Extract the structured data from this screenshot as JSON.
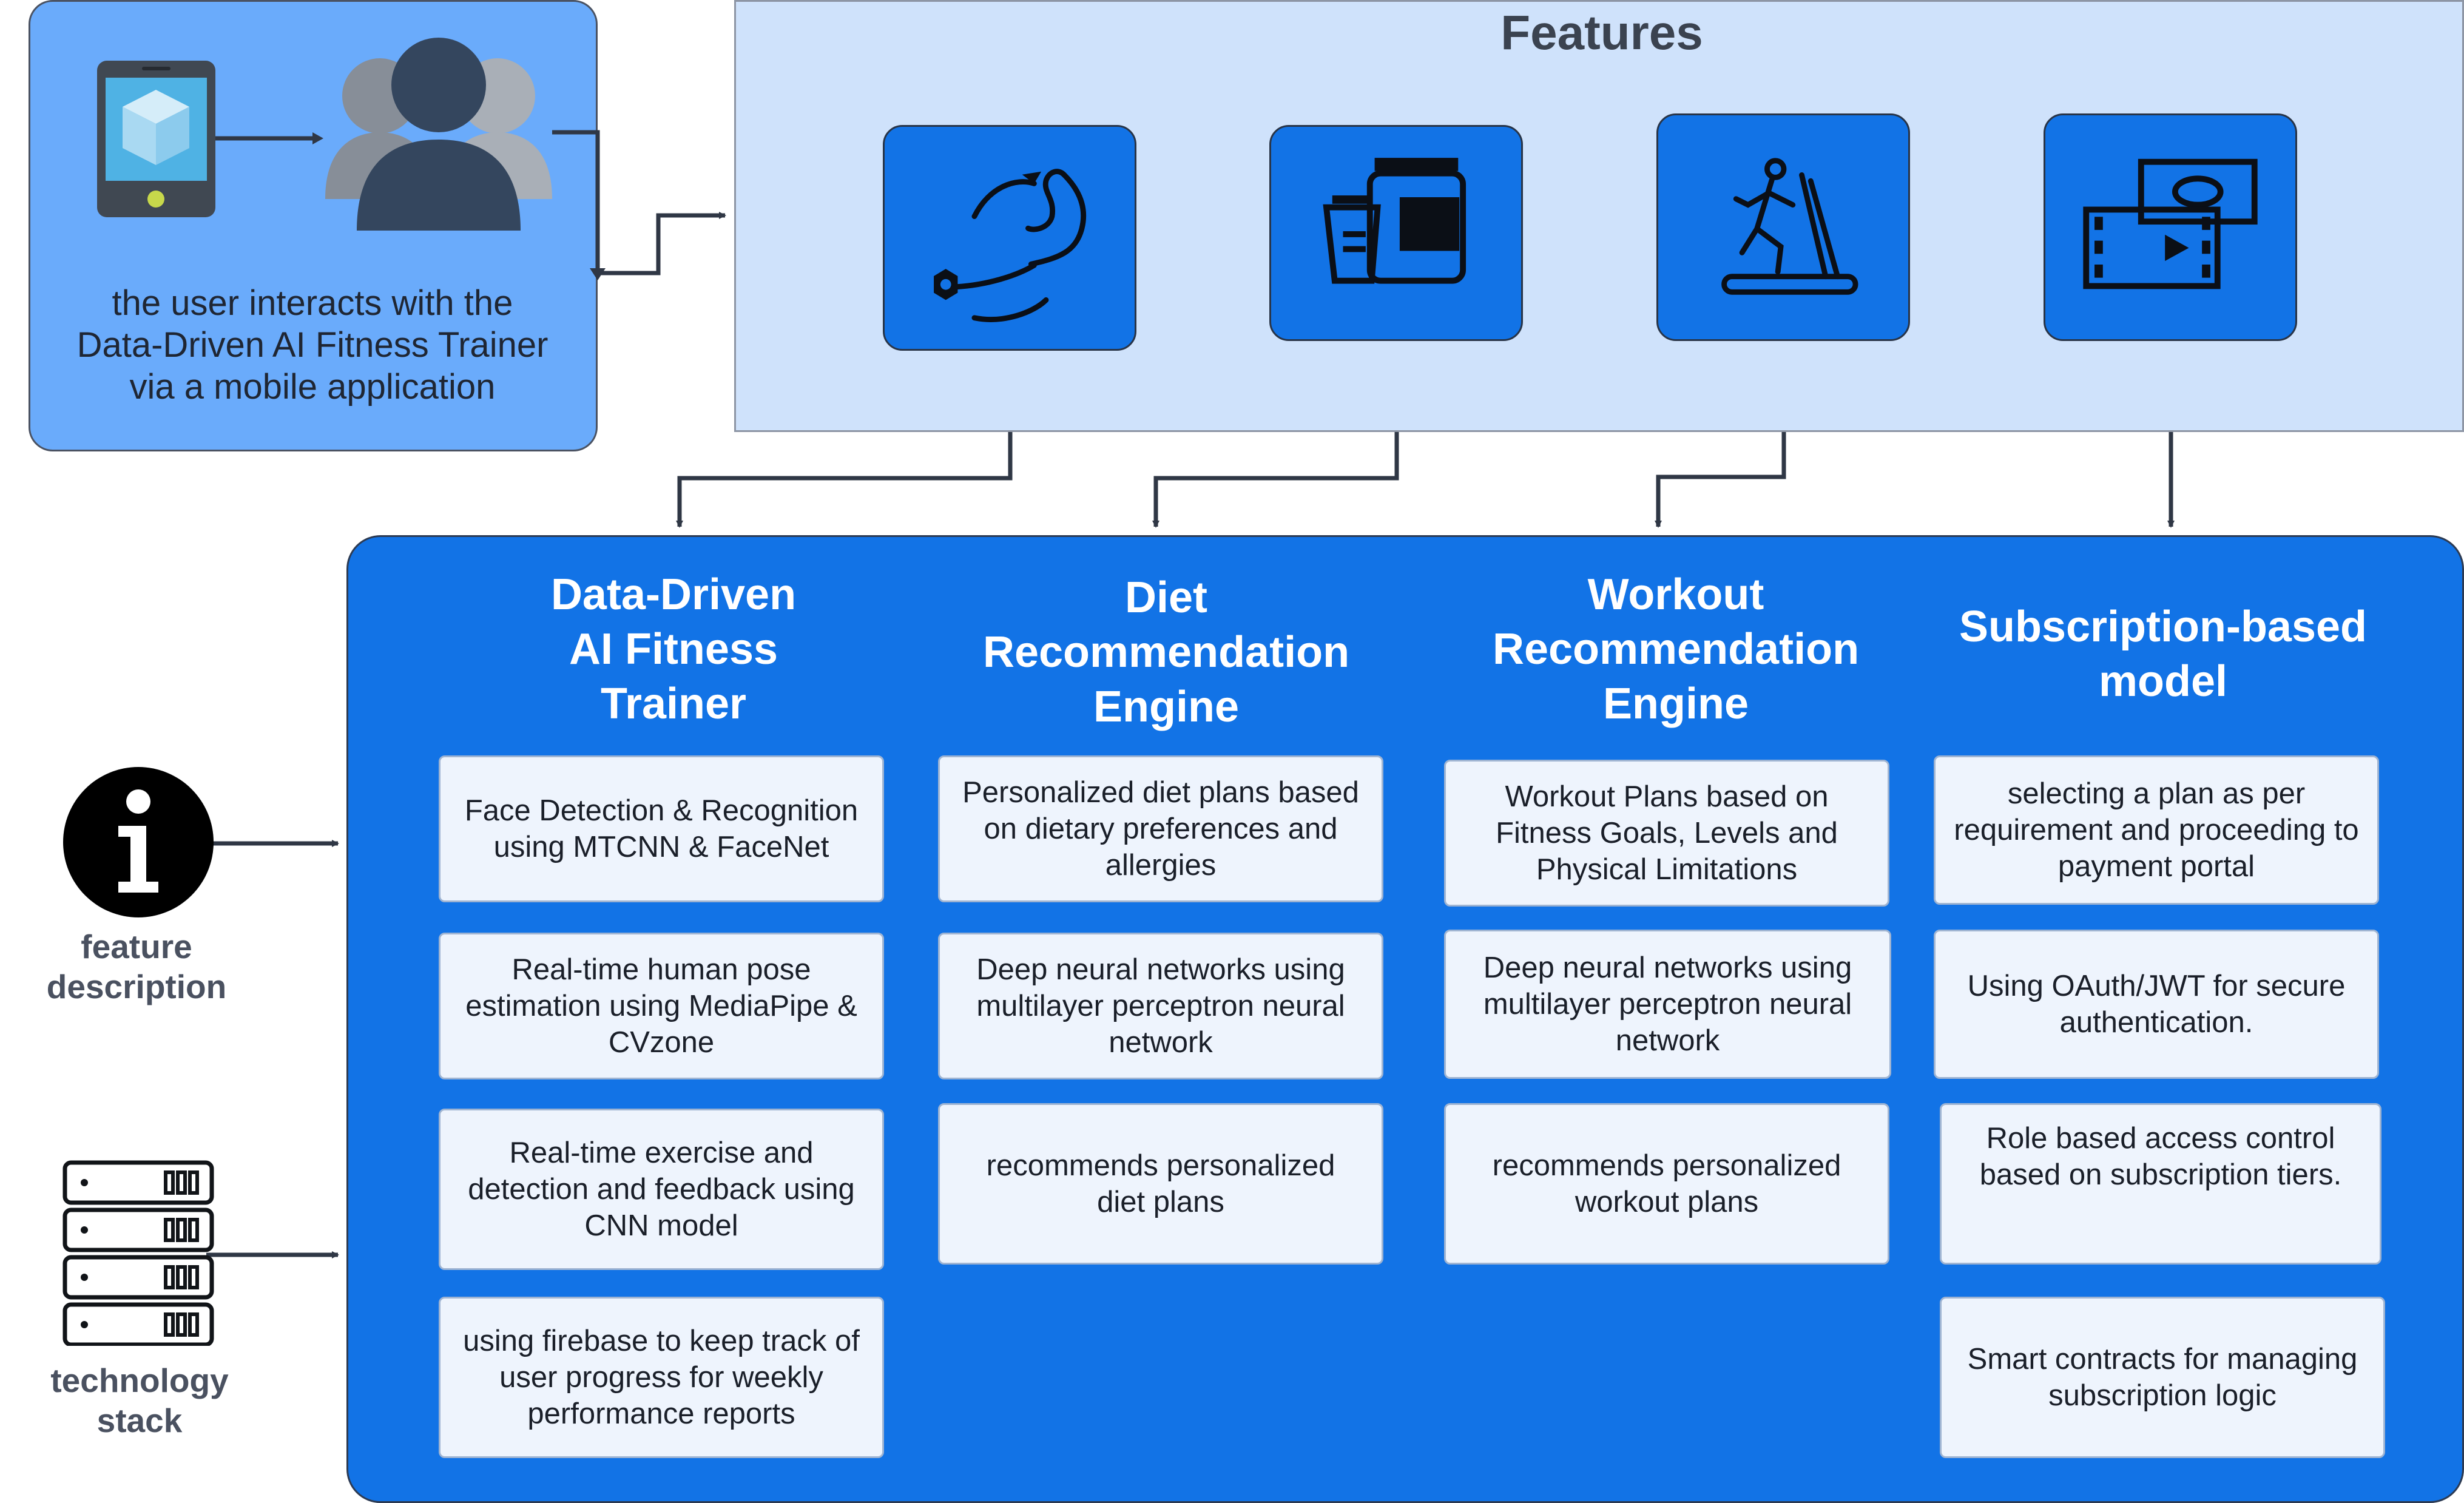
{
  "user_panel": {
    "caption_lines": [
      "the user interacts with the",
      "Data-Driven AI Fitness Trainer",
      "via a mobile application"
    ],
    "icons": [
      "mobile-phone-cube-icon",
      "user-group-icon"
    ]
  },
  "features": {
    "title": "Features",
    "icons": [
      "dumbbell-arm-icon",
      "protein-shake-icon",
      "treadmill-runner-icon",
      "money-video-icon"
    ]
  },
  "columns": [
    {
      "heading": [
        "Data-Driven",
        "AI Fitness",
        "Trainer"
      ],
      "cards": [
        [
          "Face Detection & Recognition",
          "using MTCNN & FaceNet"
        ],
        [
          "Real-time human pose",
          "estimation using MediaPipe &",
          "CVzone"
        ],
        [
          "Real-time exercise and",
          "detection and feedback using",
          "CNN model"
        ],
        [
          "using firebase to keep track of",
          "user progress for weekly",
          "performance reports"
        ]
      ]
    },
    {
      "heading": [
        "Diet",
        "Recommendation",
        "Engine"
      ],
      "cards": [
        [
          "Personalized diet plans based",
          "on dietary preferences and",
          "allergies"
        ],
        [
          "Deep neural networks using",
          "multilayer perceptron neural",
          "network"
        ],
        [
          "recommends personalized",
          "diet plans"
        ]
      ]
    },
    {
      "heading": [
        "Workout",
        "Recommendation",
        "Engine"
      ],
      "cards": [
        [
          "Workout Plans based on",
          "Fitness Goals, Levels and",
          "Physical Limitations"
        ],
        [
          "Deep neural networks using",
          "multilayer perceptron neural",
          "network"
        ],
        [
          "recommends personalized",
          "workout plans"
        ]
      ]
    },
    {
      "heading": [
        "Subscription-based",
        "model"
      ],
      "cards": [
        [
          "selecting a plan as per",
          "requirement and proceeding to",
          "payment portal"
        ],
        [
          "Using OAuth/JWT for secure",
          "authentication."
        ],
        [
          "Role based access control",
          "based on subscription tiers."
        ],
        [
          "Smart contracts for managing",
          "subscription logic"
        ]
      ]
    }
  ],
  "legend": {
    "info": {
      "lines": [
        "feature",
        "description"
      ],
      "icon": "info-icon"
    },
    "tech": {
      "lines": [
        "technology",
        "stack"
      ],
      "icon": "server-stack-icon"
    }
  },
  "colors": {
    "user_panel": "#6aabfb",
    "features_panel": "#cfe2fb",
    "main_panel": "#1273e6",
    "card": "#eef4fd",
    "arrow": "#2f3745"
  }
}
